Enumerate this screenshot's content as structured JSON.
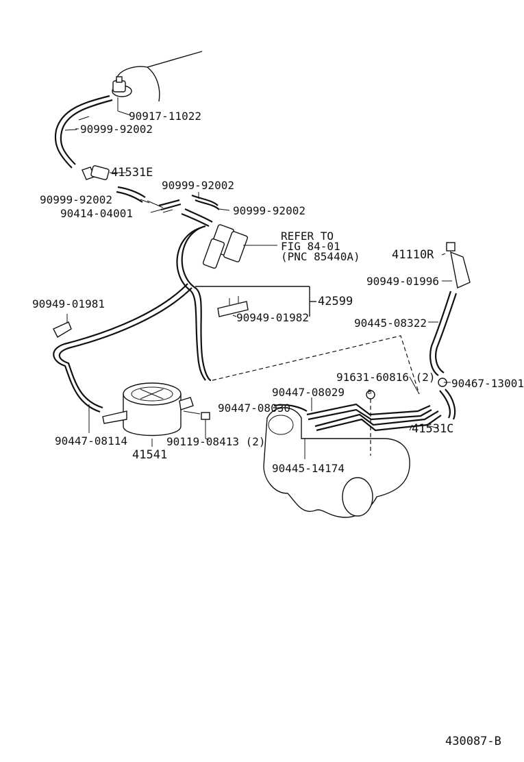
{
  "diagram": {
    "labels": {
      "p_90917_11022": "90917-11022",
      "p_90999_92002_a": "90999-92002",
      "p_41531E": "41531E",
      "p_90999_92002_b": "90999-92002",
      "p_90999_92002_c": "90999-92002",
      "p_90414_04001": "90414-04001",
      "p_90999_92002_d": "90999-92002",
      "refer_line1": "REFER TO",
      "refer_line2": "FIG 84-01",
      "refer_line3": "(PNC 85440A)",
      "p_41110R": "41110R",
      "p_90949_01996": "90949-01996",
      "p_42599": "42599",
      "p_90949_01981": "90949-01981",
      "p_90949_01982": "90949-01982",
      "p_90445_08322": "90445-08322",
      "p_91631_60816": "91631-60816 (2)",
      "p_90467_13001": "90467-13001",
      "p_90447_08029": "90447-08029",
      "p_90447_08030": "90447-08030",
      "p_41531C": "41531C",
      "p_90447_08114": "90447-08114",
      "p_90119_08413": "90119-08413 (2)",
      "p_41541": "41541",
      "p_90445_14174": "90445-14174",
      "marker_B": "B",
      "figure_id": "430087-B"
    }
  }
}
